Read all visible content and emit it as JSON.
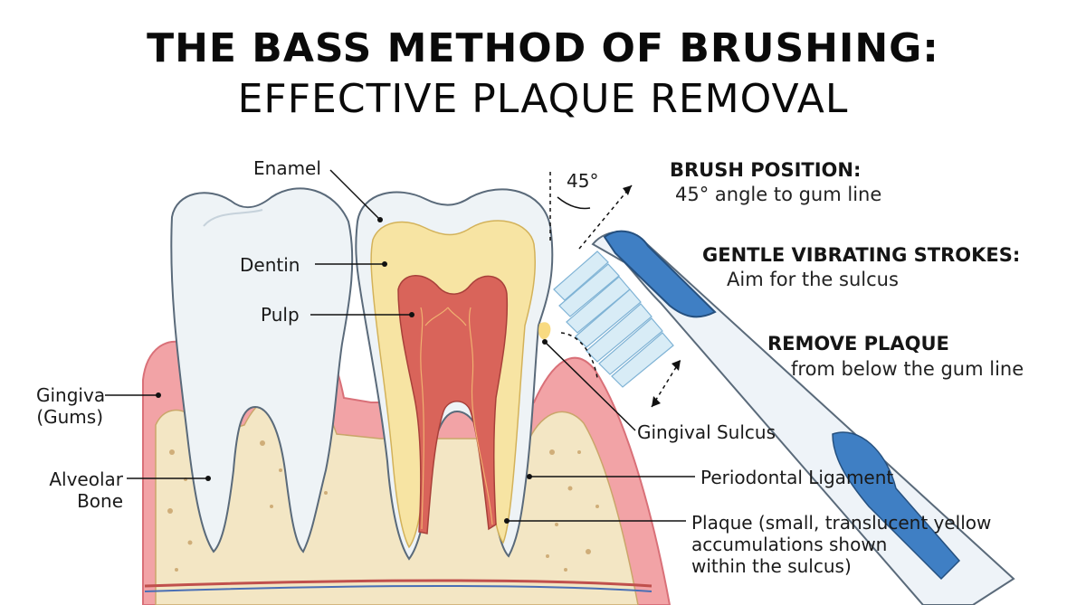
{
  "title": {
    "line1": "THE BASS METHOD OF BRUSHING:",
    "line2": "EFFECTIVE PLAQUE REMOVAL"
  },
  "angle_label": "45°",
  "labels": {
    "enamel": "Enamel",
    "dentin": "Dentin",
    "pulp": "Pulp",
    "gingiva_line1": "Gingiva",
    "gingiva_line2": "(Gums)",
    "alveolar_line1": "Alveolar",
    "alveolar_line2": "Bone",
    "gingival_sulcus": "Gingival Sulcus",
    "periodontal_ligament": "Periodontal Ligament",
    "plaque_line1": "Plaque (small, translucent yellow",
    "plaque_line2": "accumulations shown",
    "plaque_line3": "within the sulcus)"
  },
  "steps": [
    {
      "heading": "BRUSH POSITION:",
      "text": "45° angle to gum line"
    },
    {
      "heading": "GENTLE VIBRATING STROKES:",
      "text": "Aim for the sulcus"
    },
    {
      "heading": "REMOVE PLAQUE",
      "text": "from below the gum line"
    }
  ],
  "colors": {
    "gum": "#f2a3a6",
    "gum_dark": "#e07a80",
    "bone": "#f3e6c4",
    "enamel": "#f1f5f8",
    "dentin": "#f7e4a3",
    "pulp": "#d9645a",
    "brush_blue": "#3f7fc4",
    "bristles": "#d8ecf6"
  }
}
